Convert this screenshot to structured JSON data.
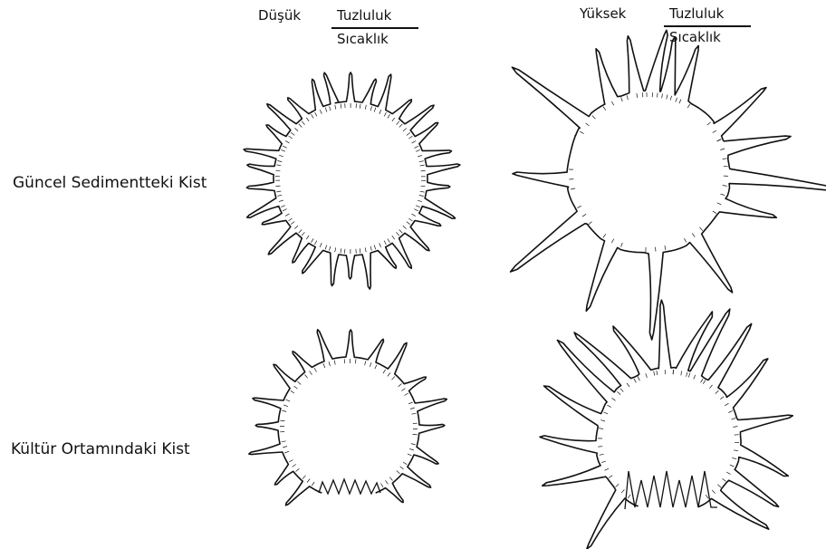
{
  "header_low": {
    "prefix": "Düşük",
    "numerator": "Tuzluluk",
    "denominator": "Sıcaklık"
  },
  "header_high": {
    "prefix": "Yüksek",
    "numerator": "Tuzluluk",
    "denominator": "Sıcaklık"
  },
  "row_labels": {
    "top": "Güncel Sedimentteki Kist",
    "bottom": "Kültür Ortamındaki Kist"
  },
  "stroke_color": "#111111",
  "cysts": [
    {
      "id": "recent-sediment-low",
      "spines": 30,
      "spine_form": "short-tapered"
    },
    {
      "id": "recent-sediment-high",
      "spines": 14,
      "spine_form": "long-irregular"
    },
    {
      "id": "culture-low",
      "spines": 20,
      "spine_form": "short-tapered",
      "opening": "archeopyle"
    },
    {
      "id": "culture-high",
      "spines": 16,
      "spine_form": "long-curved",
      "opening": "archeopyle"
    }
  ]
}
